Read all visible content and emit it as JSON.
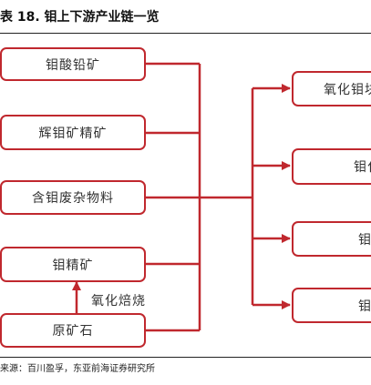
{
  "figure": {
    "title": "表 18. 钼上下游产业链一览",
    "source": "来源：百川盈孚，东亚前海证券研究所"
  },
  "upstream": [
    {
      "label": "钼酸铅矿"
    },
    {
      "label": "辉钼矿精矿"
    },
    {
      "label": "含钼废杂物料"
    },
    {
      "label": "钼精矿"
    },
    {
      "label": "原矿石"
    }
  ],
  "process": {
    "label": "氧化焙烧"
  },
  "downstream": [
    {
      "label": "氧化钼块"
    },
    {
      "label": "钼化"
    },
    {
      "label": "钼"
    },
    {
      "label": "钼"
    }
  ],
  "colors": {
    "border": "#c0282e",
    "arrow": "#c0282e",
    "rule": "#222222"
  }
}
